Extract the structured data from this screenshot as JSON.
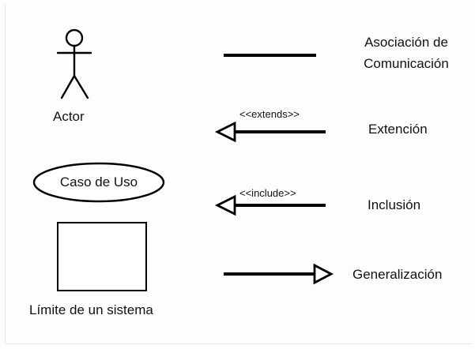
{
  "legend": {
    "actor": {
      "label": "Actor",
      "icon": "stick-figure-icon"
    },
    "use_case": {
      "label": "Caso de Uso"
    },
    "system_boundary": {
      "label": "Límite de un sistema"
    },
    "association": {
      "label_line1": "Asociación de",
      "label_line2": "Comunicación"
    },
    "extend": {
      "stereotype": "<<extends>>",
      "label": "Extención"
    },
    "include": {
      "stereotype": "<<include>>",
      "label": "Inclusión"
    },
    "generalization": {
      "label": "Generalización"
    }
  },
  "colors": {
    "stroke": "#000000",
    "text": "#111111",
    "background": "#fdfdfd"
  }
}
